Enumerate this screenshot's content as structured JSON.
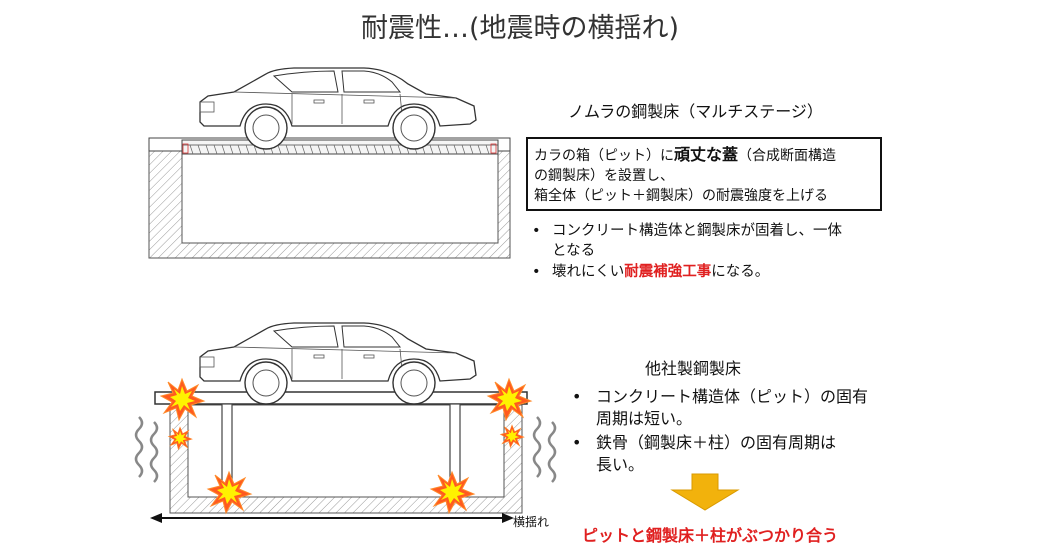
{
  "title": "耐震性…(地震時の横揺れ)",
  "top": {
    "heading": "ノムラの鋼製床（マルチステージ）",
    "box": {
      "line1_pre": "カラの箱（ピット）に",
      "line1_bold": "頑丈な蓋",
      "line1_post": "（合成断面構造",
      "line2": "の鋼製床）を設置し、",
      "line3": "箱全体（ピット＋鋼製床）の耐震強度を上げる"
    },
    "bullets": [
      {
        "dot": "•",
        "line1": "コンクリート構造体と鋼製床が固着し、一体",
        "line2": "となる"
      },
      {
        "dot": "•",
        "pre": "壊れにくい",
        "red": "耐震補強工事",
        "post": "になる。"
      }
    ]
  },
  "bottom": {
    "heading": "他社製鋼製床",
    "bullets": [
      {
        "dot": "•",
        "line1": "コンクリート構造体（ピット）の固有",
        "line2": "周期は短い。"
      },
      {
        "dot": "•",
        "line1": "鉄骨（鋼製床＋柱）の固有周期は",
        "line2": "長い。"
      }
    ],
    "conclusion": "ピットと鋼製床＋柱がぶつかり合う",
    "arrow_label": "横揺れ"
  },
  "colors": {
    "accent_red": "#e02020",
    "arrow_orange": "#f2b20c",
    "burst_yellow": "#fff200",
    "burst_red": "#ff5a1f"
  }
}
